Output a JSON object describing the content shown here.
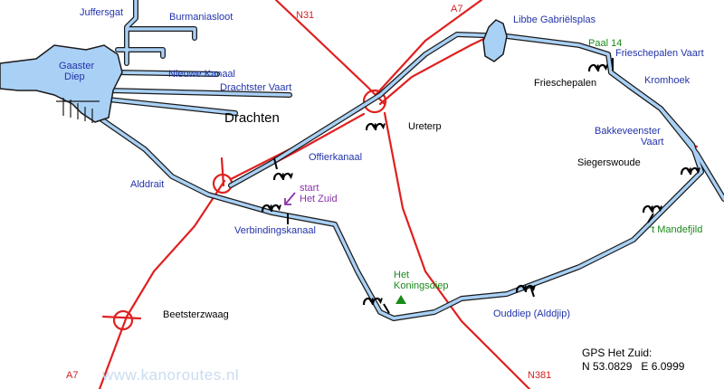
{
  "colors": {
    "water": "#a9d0f5",
    "water_outline": "#1a1a1a",
    "road": "#e02020",
    "water_text": "#2233aa",
    "route_text": "#1a8a1a",
    "start_text": "#8833aa"
  },
  "waters": {
    "juffersgat": "Juffersgat",
    "burmaniasloot": "Burmaniasloot",
    "gaaster_diep_1": "Gaaster",
    "gaaster_diep_2": "Diep",
    "nieuwe_kanaal": "Nieuwe Kanaal",
    "drachtster_vaart": "Drachtster Vaart",
    "libbe": "Libbe Gabriëlsplas",
    "frieschepalen_vaart": "Frieschepalen Vaart",
    "kromhoek": "Kromhoek",
    "bakkeveenster_1": "Bakkeveenster",
    "bakkeveenster_2": "Vaart",
    "offierkanaal": "Offierkanaal",
    "verbindingskanaal": "Verbindingskanaal",
    "alddrait": "Alddrait",
    "ouddiep": "Ouddiep (Alddjip)"
  },
  "places": {
    "drachten": "Drachten",
    "ureterp": "Ureterp",
    "frieschepalen": "Frieschepalen",
    "siegerswoude": "Siegerswoude",
    "beetsterzwaag": "Beetsterzwaag"
  },
  "roads": {
    "n31": "N31",
    "a7_top": "A7",
    "a7_bottom": "A7",
    "n381": "N381"
  },
  "route": {
    "paal": "Paal 14",
    "mandefjild": "'t Mandefjild",
    "koningsdiep_1": "Het",
    "koningsdiep_2": "Koningsdiep",
    "start_1": "start",
    "start_2": "Het Zuid"
  },
  "icons": {
    "portage": "portage-arrow-icon",
    "start_arrow": "arrow-icon",
    "route_marker": "marker-icon"
  },
  "gps": {
    "title": "GPS Het Zuid:",
    "coords": "N 53.0829   E 6.0999"
  },
  "website": "www.kanoroutes.nl"
}
